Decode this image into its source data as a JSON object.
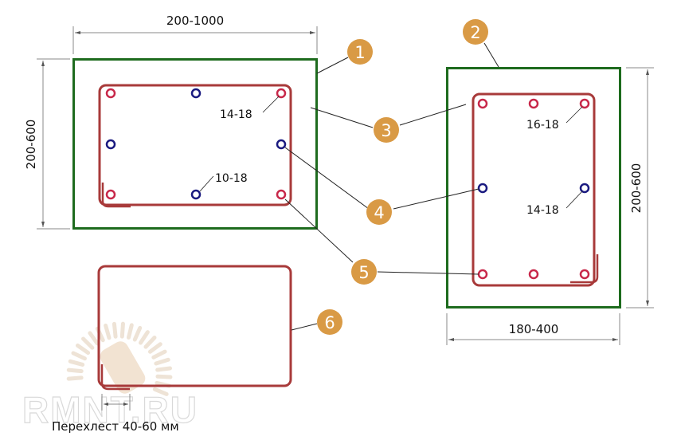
{
  "diagram": {
    "title": "Rebar cage cross-sections",
    "colors": {
      "concrete_outline": "#1e6b1e",
      "stirrup": "#a83a3a",
      "main_bar": "#c8284a",
      "secondary_bar": "#1a1a80",
      "badge": "#d99a45",
      "dimension": "#888888",
      "leader": "#222222",
      "watermark": "#d9d9d9"
    },
    "section_left": {
      "width_label": "200-1000",
      "height_label": "200-600",
      "bar_label_corner": "14-18",
      "bar_label_mid": "10-18"
    },
    "section_right": {
      "width_label": "180-400",
      "height_label": "200-600",
      "bar_label_corner": "16-18",
      "bar_label_mid": "14-18"
    },
    "callouts": [
      {
        "number": "1",
        "meaning": "concrete-section-left"
      },
      {
        "number": "2",
        "meaning": "concrete-section-right"
      },
      {
        "number": "3",
        "meaning": "protective-layer"
      },
      {
        "number": "4",
        "meaning": "secondary-bars"
      },
      {
        "number": "5",
        "meaning": "main-bars"
      },
      {
        "number": "6",
        "meaning": "stirrup"
      }
    ],
    "stirrup_detail": {
      "overlap_label": "Перехлест 40-60 мм"
    },
    "watermark": "RMNT.RU"
  }
}
